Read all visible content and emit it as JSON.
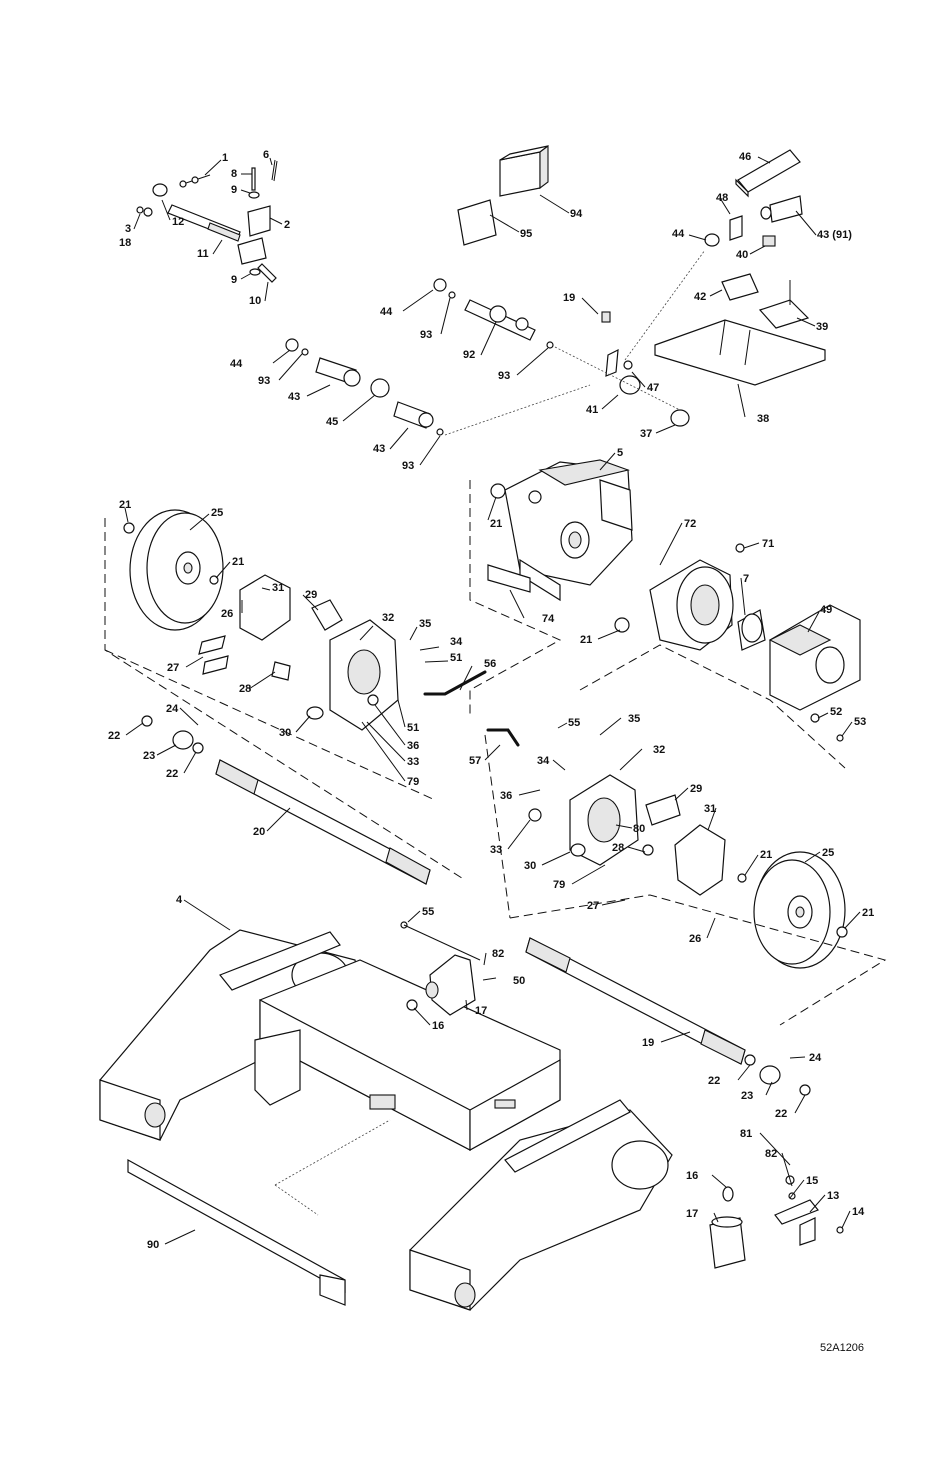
{
  "figure_code": "52A1206",
  "callouts": [
    {
      "id": "c1",
      "text": "1"
    },
    {
      "id": "c6",
      "text": "6"
    },
    {
      "id": "c8",
      "text": "8"
    },
    {
      "id": "c9a",
      "text": "9"
    },
    {
      "id": "c2",
      "text": "2"
    },
    {
      "id": "c12",
      "text": "12"
    },
    {
      "id": "c3",
      "text": "3"
    },
    {
      "id": "c18",
      "text": "18"
    },
    {
      "id": "c11",
      "text": "11"
    },
    {
      "id": "c9b",
      "text": "9"
    },
    {
      "id": "c10",
      "text": "10"
    },
    {
      "id": "c94",
      "text": "94"
    },
    {
      "id": "c95",
      "text": "95"
    },
    {
      "id": "c46",
      "text": "46"
    },
    {
      "id": "c48",
      "text": "48"
    },
    {
      "id": "c44a",
      "text": "44"
    },
    {
      "id": "c43a",
      "text": "43 (91)"
    },
    {
      "id": "c40",
      "text": "40"
    },
    {
      "id": "c42",
      "text": "42"
    },
    {
      "id": "c39",
      "text": "39"
    },
    {
      "id": "c38",
      "text": "38"
    },
    {
      "id": "c47",
      "text": "47"
    },
    {
      "id": "c41",
      "text": "41"
    },
    {
      "id": "c37",
      "text": "37"
    },
    {
      "id": "c19a",
      "text": "19"
    },
    {
      "id": "c44b",
      "text": "44"
    },
    {
      "id": "c93a",
      "text": "93"
    },
    {
      "id": "c92",
      "text": "92"
    },
    {
      "id": "c93b",
      "text": "93"
    },
    {
      "id": "c44c",
      "text": "44"
    },
    {
      "id": "c93c",
      "text": "93"
    },
    {
      "id": "c43b",
      "text": "43"
    },
    {
      "id": "c45",
      "text": "45"
    },
    {
      "id": "c43c",
      "text": "43"
    },
    {
      "id": "c93d",
      "text": "93"
    },
    {
      "id": "c5",
      "text": "5"
    },
    {
      "id": "c21a",
      "text": "21"
    },
    {
      "id": "c72",
      "text": "72"
    },
    {
      "id": "c71",
      "text": "71"
    },
    {
      "id": "c7",
      "text": "7"
    },
    {
      "id": "c49",
      "text": "49"
    },
    {
      "id": "c74",
      "text": "74"
    },
    {
      "id": "c21b",
      "text": "21"
    },
    {
      "id": "c52",
      "text": "52"
    },
    {
      "id": "c53",
      "text": "53"
    },
    {
      "id": "c21c",
      "text": "21"
    },
    {
      "id": "c25a",
      "text": "25"
    },
    {
      "id": "c21d",
      "text": "21"
    },
    {
      "id": "c31a",
      "text": "31"
    },
    {
      "id": "c29a",
      "text": "29"
    },
    {
      "id": "c32a",
      "text": "32"
    },
    {
      "id": "c35a",
      "text": "35"
    },
    {
      "id": "c26a",
      "text": "26"
    },
    {
      "id": "c34a",
      "text": "34"
    },
    {
      "id": "c51a",
      "text": "51"
    },
    {
      "id": "c56",
      "text": "56"
    },
    {
      "id": "c27a",
      "text": "27"
    },
    {
      "id": "c28a",
      "text": "28"
    },
    {
      "id": "c30a",
      "text": "30"
    },
    {
      "id": "c51b",
      "text": "51"
    },
    {
      "id": "c36a",
      "text": "36"
    },
    {
      "id": "c33a",
      "text": "33"
    },
    {
      "id": "c79a",
      "text": "79"
    },
    {
      "id": "c24a",
      "text": "24"
    },
    {
      "id": "c22a",
      "text": "22"
    },
    {
      "id": "c23a",
      "text": "23"
    },
    {
      "id": "c22b",
      "text": "22"
    },
    {
      "id": "c20",
      "text": "20"
    },
    {
      "id": "c55a",
      "text": "55"
    },
    {
      "id": "c35b",
      "text": "35"
    },
    {
      "id": "c57",
      "text": "57"
    },
    {
      "id": "c34b",
      "text": "34"
    },
    {
      "id": "c32b",
      "text": "32"
    },
    {
      "id": "c36b",
      "text": "36"
    },
    {
      "id": "c29b",
      "text": "29"
    },
    {
      "id": "c80",
      "text": "80"
    },
    {
      "id": "c31b",
      "text": "31"
    },
    {
      "id": "c33b",
      "text": "33"
    },
    {
      "id": "c30b",
      "text": "30"
    },
    {
      "id": "c28b",
      "text": "28"
    },
    {
      "id": "c79b",
      "text": "79"
    },
    {
      "id": "c21e",
      "text": "21"
    },
    {
      "id": "c25b",
      "text": "25"
    },
    {
      "id": "c27b",
      "text": "27"
    },
    {
      "id": "c26b",
      "text": "26"
    },
    {
      "id": "c21f",
      "text": "21"
    },
    {
      "id": "c4",
      "text": "4"
    },
    {
      "id": "c55b",
      "text": "55"
    },
    {
      "id": "c82a",
      "text": "82"
    },
    {
      "id": "c50",
      "text": "50"
    },
    {
      "id": "c16a",
      "text": "16"
    },
    {
      "id": "c17a",
      "text": "17"
    },
    {
      "id": "c19b",
      "text": "19"
    },
    {
      "id": "c24b",
      "text": "24"
    },
    {
      "id": "c22c",
      "text": "22"
    },
    {
      "id": "c23b",
      "text": "23"
    },
    {
      "id": "c22d",
      "text": "22"
    },
    {
      "id": "c81",
      "text": "81"
    },
    {
      "id": "c82b",
      "text": "82"
    },
    {
      "id": "c15",
      "text": "15"
    },
    {
      "id": "c13",
      "text": "13"
    },
    {
      "id": "c14",
      "text": "14"
    },
    {
      "id": "c16b",
      "text": "16"
    },
    {
      "id": "c17b",
      "text": "17"
    },
    {
      "id": "c90",
      "text": "90"
    }
  ]
}
